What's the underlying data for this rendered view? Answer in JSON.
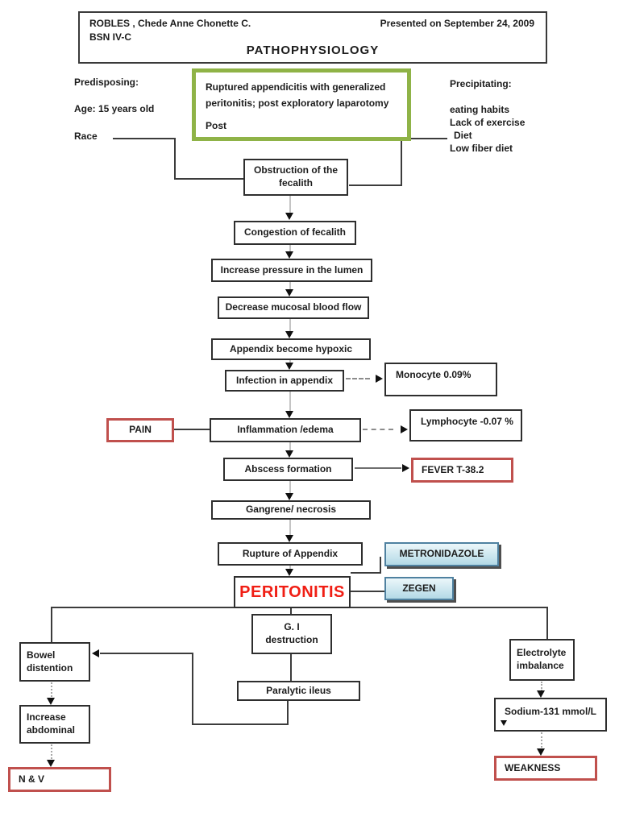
{
  "header": {
    "student": "ROBLES , Chede Anne Chonette C.",
    "section": "BSN IV-C",
    "presented": "Presented on September 24, 2009",
    "title": "PATHOPHYSIOLOGY"
  },
  "predisposing": {
    "heading": "Predisposing:",
    "age": "Age: 15 years old",
    "race": "Race"
  },
  "precipitating": {
    "heading": "Precipitating:",
    "items": [
      "eating habits",
      "Lack of exercise",
      "Diet",
      "Low fiber diet"
    ]
  },
  "diagnosis": {
    "text": "Ruptured appendicitis with generalized peritonitis; post exploratory laparotomy",
    "subtext": "Post"
  },
  "flow": {
    "obstruction": "Obstruction of the fecalith",
    "congestion": "Congestion of fecalith",
    "pressure": "Increase pressure in the lumen",
    "blood_flow": "Decrease mucosal blood flow",
    "hypoxic": "Appendix become hypoxic",
    "infection": "Infection in appendix",
    "inflammation": "Inflammation /edema",
    "abscess": "Abscess formation",
    "gangrene": "Gangrene/ necrosis",
    "rupture": "Rupture of Appendix",
    "peritonitis": "PERITONITIS"
  },
  "findings": {
    "monocyte": "Monocyte 0.09%",
    "lymphocyte": "Lymphocyte -0.07 %",
    "pain": "PAIN",
    "fever": "FEVER T-38.2"
  },
  "medications": {
    "metronidazole": "METRONIDAZOLE",
    "zegen": "ZEGEN"
  },
  "complications": {
    "gi_destruction": "G. I destruction",
    "paralytic_ileus": "Paralytic ileus",
    "bowel_distention": "Bowel distention",
    "increase_abdominal": "Increase abdominal",
    "nausea_vomiting": "N & V",
    "electrolyte_imbalance": "Electrolyte imbalance",
    "sodium": "Sodium-131 mmol/L",
    "weakness": "WEAKNESS"
  },
  "colors": {
    "highlight_green": "#8fb347",
    "alert_red": "#c0504d",
    "peritonitis_red": "#f01e14",
    "med_blue_light": "#ecf7fa",
    "med_blue_dark": "#b3d9e6",
    "med_border": "#4f81a0"
  }
}
